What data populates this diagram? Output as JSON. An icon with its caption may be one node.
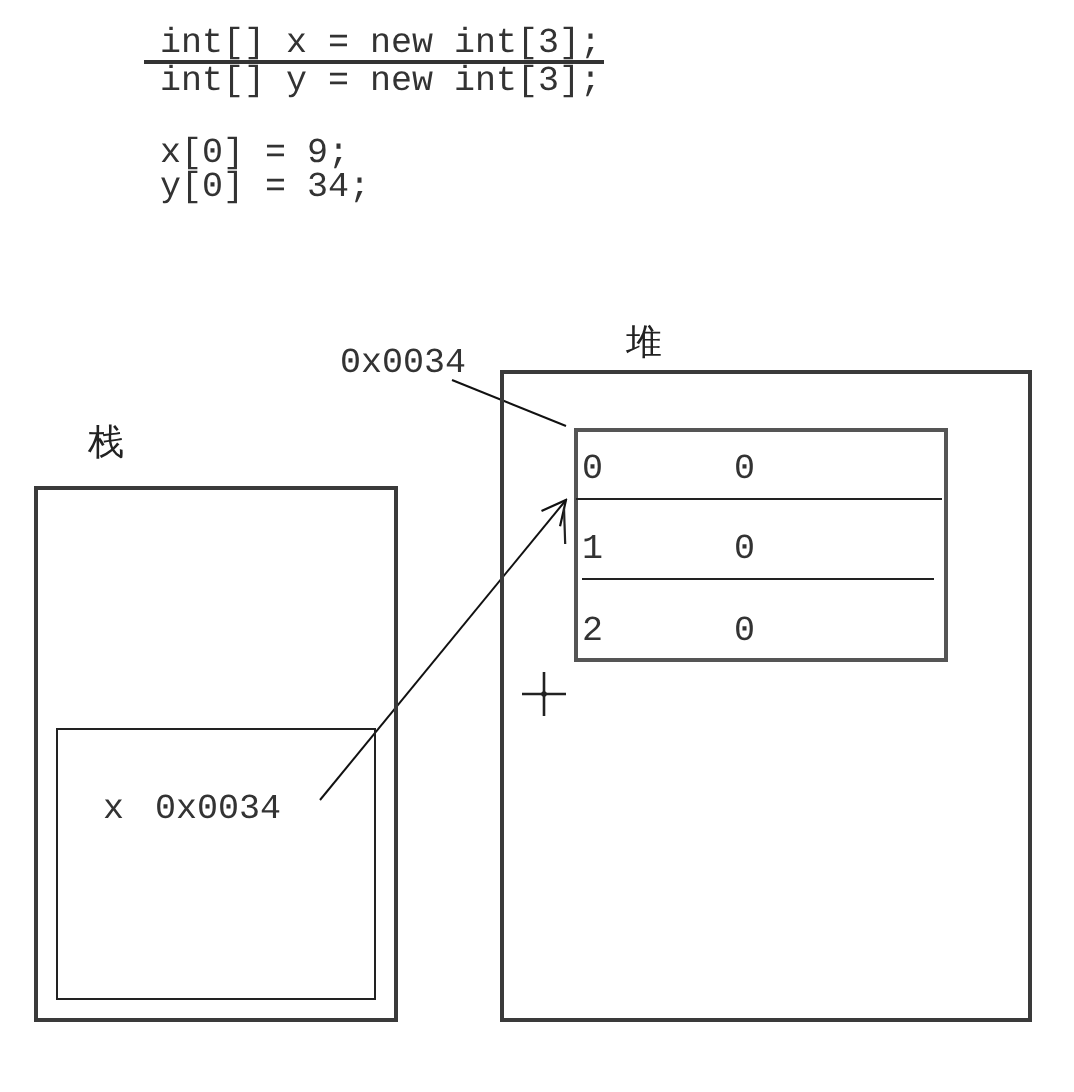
{
  "diagram": {
    "nodes": [
      {
        "text": [
          "栈"
        ]
      },
      {
        "text": [
          "x 0x0034"
        ],
        "in": 0
      },
      {
        "text": [
          "0x0034"
        ]
      },
      {
        "text": [
          "堆"
        ]
      },
      {
        "text": [],
        "shape": "box",
        "in": 3
      },
      {
        "text": [
          "0",
          "0"
        ],
        "in": 4
      },
      {
        "text": [
          "1",
          "0"
        ],
        "in": 4
      },
      {
        "text": [
          "2",
          "0"
        ],
        "in": 4
      }
    ],
    "edges": [
      {
        "from": 2,
        "to": 4,
        "arrow": "none"
      },
      {
        "from": 1,
        "to": 4,
        "arrow": "to"
      }
    ],
    "labels": [
      "int[] x = new int[3];",
      "int[] y = new int[3];",
      "x[0] = 9;",
      "y[0] = 34;"
    ]
  }
}
